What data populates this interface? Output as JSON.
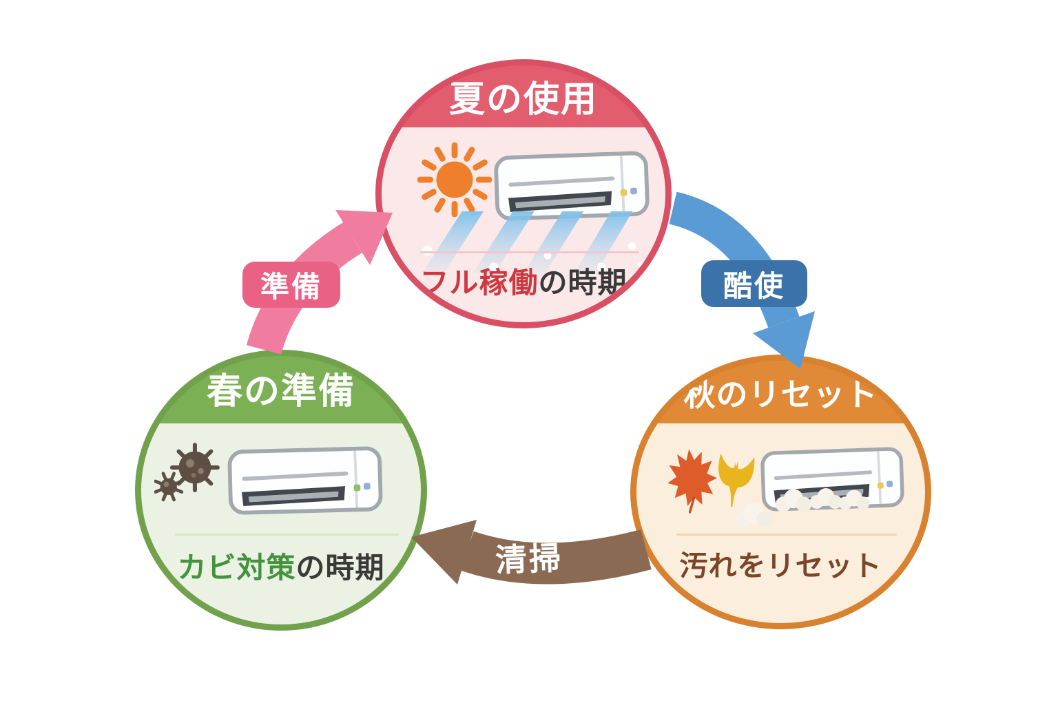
{
  "background_color": "#ffffff",
  "nodes": {
    "summer": {
      "title": "夏の使用",
      "caption_em": "フル稼働",
      "caption_rest": "の時期",
      "ring_color": "#d94f63",
      "header_color": "#e25e6e",
      "body_color": "#fbe9e9",
      "caption_em_color": "#cc3940",
      "caption_rest_color": "#3a3a3a",
      "icons": [
        "sun-icon",
        "ac-unit-icon",
        "cool-air-icon"
      ]
    },
    "autumn": {
      "title": "秋のリセット",
      "caption_em": "汚れをリセット",
      "caption_rest": "",
      "ring_color": "#d8812f",
      "header_color": "#e08a38",
      "body_color": "#fbeedd",
      "caption_em_color": "#7b4628",
      "caption_rest_color": "#3a3a3a",
      "icons": [
        "maple-leaf-icon",
        "ginkgo-leaf-icon",
        "ac-unit-icon",
        "dust-puff-icon"
      ]
    },
    "spring": {
      "title": "春の準備",
      "caption_em": "カビ対策",
      "caption_rest": "の時期",
      "ring_color": "#71a24b",
      "header_color": "#7cb054",
      "body_color": "#ebf2e3",
      "caption_em_color": "#43923d",
      "caption_rest_color": "#3a3a3a",
      "icons": [
        "mold-spore-icon",
        "ac-unit-icon"
      ]
    }
  },
  "arrows": {
    "prepare": {
      "label": "準備",
      "from": "spring",
      "to": "summer",
      "arrow_color": "#f07ca0",
      "label_bg": "#ea6186",
      "label_text_color": "#ffffff"
    },
    "overuse": {
      "label": "酷使",
      "from": "summer",
      "to": "autumn",
      "arrow_color": "#5b9bd5",
      "label_bg": "#3b72a9",
      "label_text_color": "#ffffff"
    },
    "clean": {
      "label": "清掃",
      "from": "autumn",
      "to": "spring",
      "arrow_color": "#8a6a52",
      "label_text_color": "#ffffff"
    }
  }
}
